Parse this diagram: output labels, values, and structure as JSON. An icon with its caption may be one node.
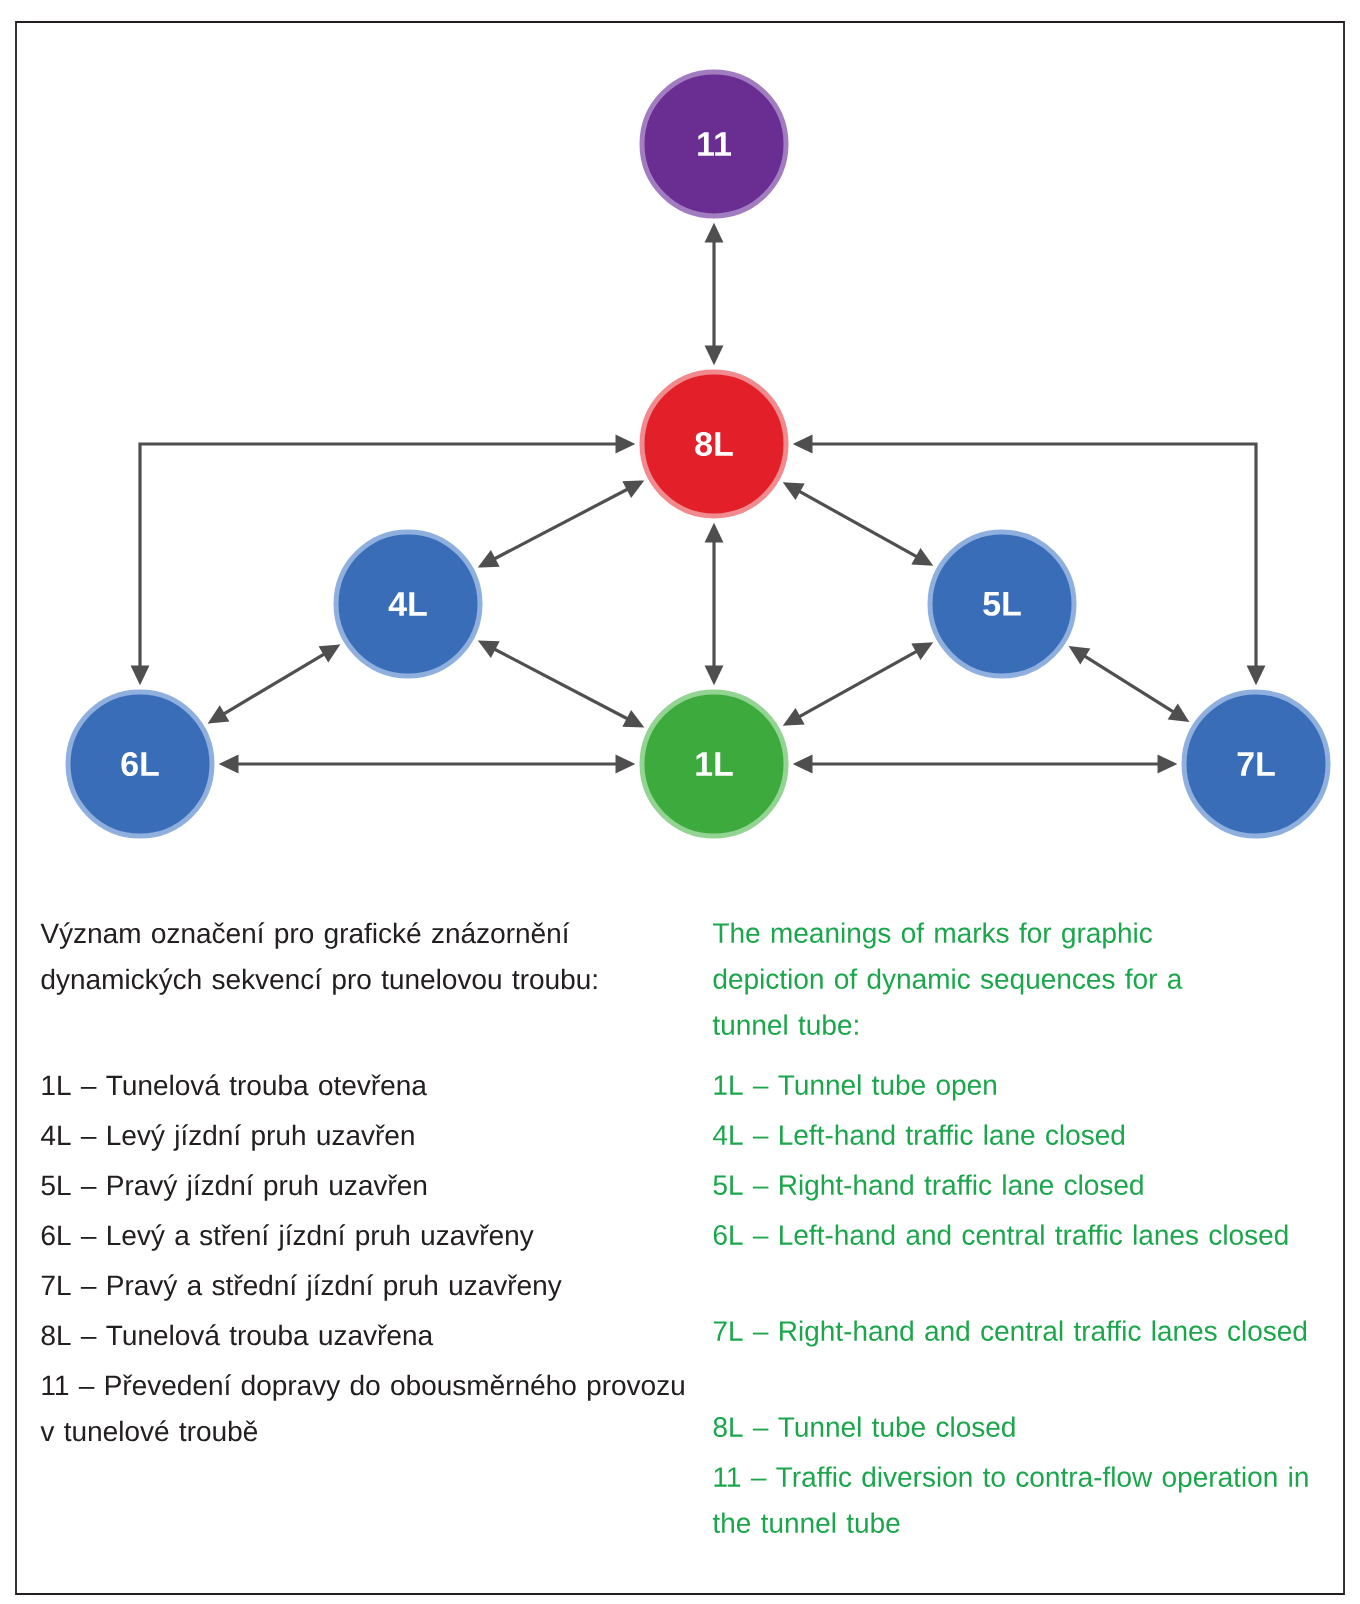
{
  "diagram": {
    "nodes": [
      {
        "text": [
          "11"
        ]
      },
      {
        "text": [
          "8L"
        ]
      },
      {
        "text": [
          "4L"
        ]
      },
      {
        "text": [
          "5L"
        ]
      },
      {
        "text": [
          "6L"
        ]
      },
      {
        "text": [
          "1L"
        ]
      },
      {
        "text": [
          "7L"
        ]
      }
    ],
    "edges": [
      {
        "from": 0,
        "to": 1,
        "arrow": "both"
      },
      {
        "from": 4,
        "to": 1,
        "arrow": "both"
      },
      {
        "from": 6,
        "to": 1,
        "arrow": "both"
      },
      {
        "from": 2,
        "to": 1,
        "arrow": "both"
      },
      {
        "from": 3,
        "to": 1,
        "arrow": "both"
      },
      {
        "from": 5,
        "to": 1,
        "arrow": "both"
      },
      {
        "from": 4,
        "to": 2,
        "arrow": "both"
      },
      {
        "from": 2,
        "to": 5,
        "arrow": "both"
      },
      {
        "from": 3,
        "to": 5,
        "arrow": "both"
      },
      {
        "from": 3,
        "to": 6,
        "arrow": "both"
      },
      {
        "from": 4,
        "to": 5,
        "arrow": "both"
      },
      {
        "from": 5,
        "to": 6,
        "arrow": "both"
      }
    ],
    "labels": [
      "Význam označení pro grafické znázornění dynamických sekvencí pro tunelovou troubu:",
      "1L – Tunelová trouba otevřena",
      "4L – Levý jízdní pruh uzavřen",
      "5L – Pravý jízdní pruh uzavřen",
      "6L – Levý a stření jízdní pruh uzavřeny",
      "7L – Pravý a střední jízdní pruh uzavřeny",
      "8L – Tunelová trouba uzavřena",
      "11 – Převedení dopravy do obousměrného provozu v tunelové troubě",
      "The meanings of marks for graphic depiction of dynamic sequences for a tunnel tube:",
      "1L – Tunnel tube open",
      "4L – Left-hand traffic lane closed",
      "5L – Right-hand traffic lane closed",
      "6L – Left-hand and central traffic lanes closed",
      "7L – Right-hand and central traffic lanes closed",
      "8L – Tunnel tube closed",
      "11 – Traffic diversion to contra-flow operation in the tunnel tube"
    ]
  }
}
